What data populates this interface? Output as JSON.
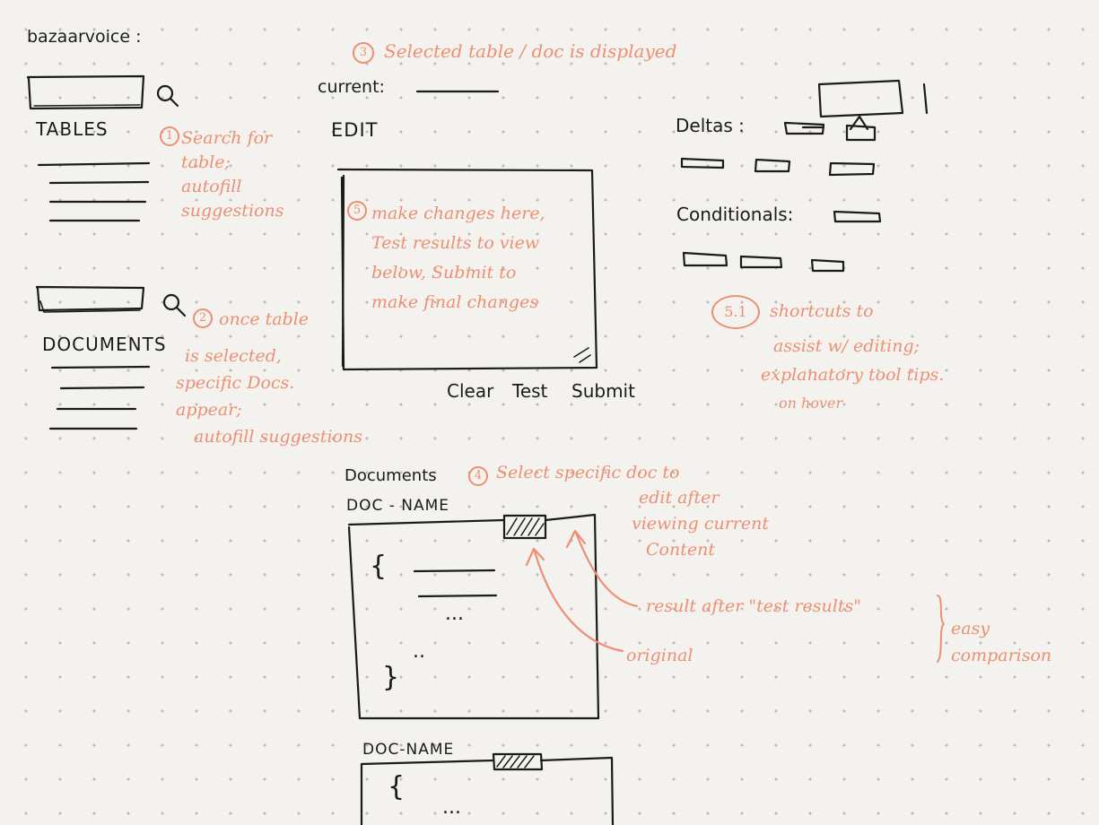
{
  "colors": {
    "ink": "#1b1b1b",
    "annotation": "#ec8f72",
    "paper": "#f3f2ef"
  },
  "app_name": "bazaarvoice :",
  "left_panel": {
    "tables_label": "TABLES",
    "documents_label": "DOCUMENTS",
    "tables_search_icon": "search-icon",
    "documents_search_icon": "search-icon"
  },
  "editor": {
    "current_label": "current:",
    "edit_label": "EDIT",
    "buttons": {
      "clear": "Clear",
      "test": "Test",
      "submit": "Submit"
    }
  },
  "shortcuts": {
    "deltas_label": "Deltas :",
    "conditionals_label": "Conditionals:"
  },
  "documents_section": {
    "label": "Documents",
    "doc1_name": "DOC - NAME",
    "doc2_name": "DOC-NAME",
    "doc1_lines": [
      "{",
      "...",
      "..",
      "}"
    ],
    "doc2_lines": [
      "{",
      "..."
    ]
  },
  "annotations": {
    "n1": "1",
    "a1": [
      "Search for",
      "table;",
      "autofill",
      "suggestions"
    ],
    "n2": "2",
    "a2_first": "once table",
    "a2": [
      "is selected,",
      "specific Docs.",
      "appear;",
      "autofill suggestions"
    ],
    "n3": "3",
    "a3": "Selected table / doc is displayed",
    "n4": "4",
    "a4_first": "Select specific doc to",
    "a4": [
      "edit after",
      "viewing current",
      "Content"
    ],
    "n5": "5",
    "a5": [
      "make changes here,",
      "Test results to view",
      "below, Submit to",
      "make final changes"
    ],
    "n51": "5.1",
    "a51_first": "shortcuts to",
    "a51": [
      "assist w/ editing;",
      "explanatory tool tips.",
      "on hover"
    ],
    "result_label": "result after \"test results\"",
    "original_label": "original",
    "easy_comparison": [
      "easy",
      "comparison"
    ]
  }
}
